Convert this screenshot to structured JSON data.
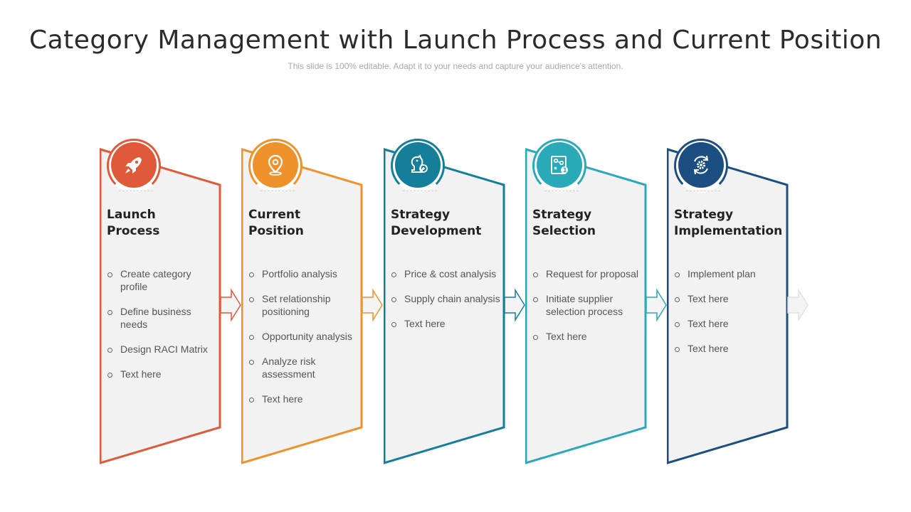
{
  "title": "Category Management with Launch Process and Current Position",
  "subtitle": "This slide is 100% editable. Adapt it to your needs and capture your audience's attention.",
  "colors": {
    "panel_fill": "#f2f2f2",
    "arrow_fill": "#f4f4f4"
  },
  "stages": [
    {
      "heading": "Launch\nProcess",
      "color": "#e05a3a",
      "icon": "rocket-icon",
      "items": [
        "Create category profile",
        "Define business needs",
        "Design RACI Matrix",
        "Text here"
      ]
    },
    {
      "heading": "Current\nPosition",
      "color": "#f0922b",
      "icon": "location-pin-icon",
      "items": [
        "Portfolio analysis",
        "Set relationship positioning",
        "Opportunity analysis",
        "Analyze risk assessment",
        "Text here"
      ]
    },
    {
      "heading": "Strategy\nDevelopment",
      "color": "#157f9a",
      "icon": "chess-knight-icon",
      "items": [
        "Price & cost analysis",
        "Supply chain analysis",
        "Text here"
      ]
    },
    {
      "heading": "Strategy\nSelection",
      "color": "#2aa9b8",
      "icon": "strategy-board-icon",
      "items": [
        "Request for proposal",
        "Initiate supplier selection process",
        "Text here"
      ]
    },
    {
      "heading": "Strategy\nImplementation",
      "color": "#1c4e82",
      "icon": "gear-cycle-icon",
      "items": [
        "Implement plan",
        "Text here",
        "Text here",
        "Text here"
      ]
    }
  ]
}
